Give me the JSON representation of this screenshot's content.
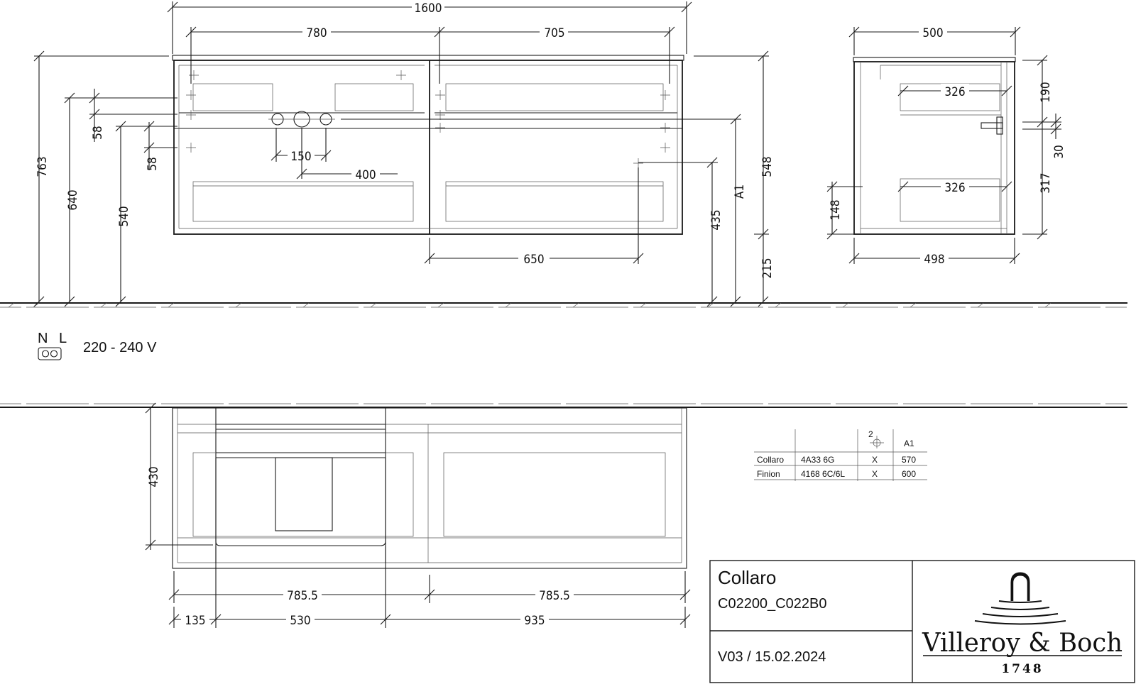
{
  "dimensions": {
    "total_width": "1600",
    "w780": "780",
    "w705": "705",
    "side_depth": "500",
    "h763": "763",
    "h640": "640",
    "h540": "540",
    "h58a": "58",
    "h58b": "58",
    "w150": "150",
    "w400": "400",
    "h548": "548",
    "label_a1": "A1",
    "h435": "435",
    "h215": "215",
    "w650": "650",
    "side_326a": "326",
    "side_326b": "326",
    "side_190": "190",
    "side_30": "30",
    "side_317": "317",
    "side_148": "148",
    "side_498": "498",
    "h430": "430",
    "w785a": "785.5",
    "w785b": "785.5",
    "w135": "135",
    "w530": "530",
    "w935": "935"
  },
  "electrical": {
    "n_label": "N",
    "l_label": "L",
    "voltage": "220 - 240 V"
  },
  "compat_table": {
    "header_num": "2",
    "header_a1": "A1",
    "rows": [
      {
        "name": "Collaro",
        "code": "4A33 6G",
        "mark": "X",
        "a1": "570"
      },
      {
        "name": "Finion",
        "code": "4168 6C/6L",
        "mark": "X",
        "a1": "600"
      }
    ]
  },
  "title_block": {
    "product": "Collaro",
    "article": "C02200_C022B0",
    "version": "V03 / 15.02.2024",
    "brand": "Villeroy & Boch",
    "year": "1748"
  }
}
